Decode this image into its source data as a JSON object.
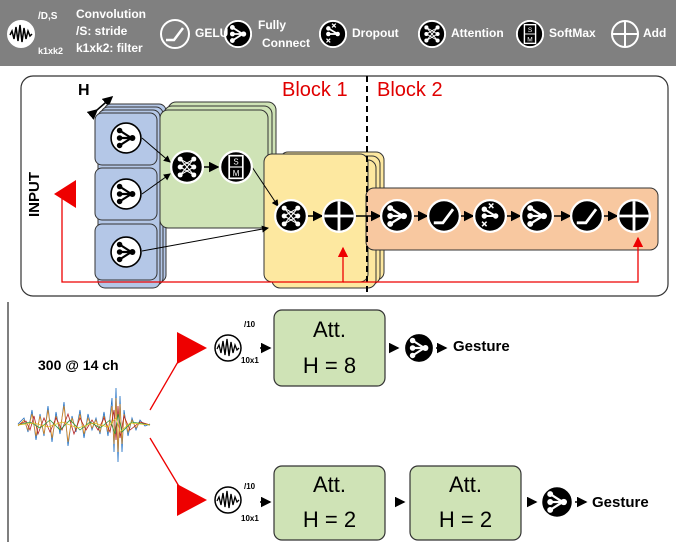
{
  "legend": {
    "conv_superscript": "/D,S",
    "conv_subscript": "k1xk2",
    "conv_desc_1": "Convolution",
    "conv_desc_2": "/S:  stride",
    "conv_desc_3": "k1xk2: filter",
    "gelu": "GELU",
    "fc_1": "Fully",
    "fc_2": "Connect",
    "dropout": "Dropout",
    "attention": "Attention",
    "softmax": "SoftMax",
    "add": "Add"
  },
  "architecture": {
    "head_label": "H",
    "input_label": "INPUT",
    "block1": "Block 1",
    "block2": "Block 2"
  },
  "model_a": {
    "conv_sup": "/10",
    "conv_sub": "10x1",
    "att_1": "Att.",
    "att_2": "H = 8",
    "output": "Gesture"
  },
  "model_b": {
    "conv_sup": "/10",
    "conv_sub": "10x1",
    "att1_1": "Att.",
    "att1_2": "H = 2",
    "att2_1": "Att.",
    "att2_2": "H = 2",
    "output": "Gesture"
  },
  "signal": {
    "caption": "300 @ 14 ch"
  },
  "colors": {
    "legend_bg": "#808080",
    "head_blue": "#b4c7e7",
    "attention_green": "#cfe3b6",
    "yellow": "#fde8a0",
    "orange": "#f8c8a0",
    "accent_red": "#ee0000"
  }
}
